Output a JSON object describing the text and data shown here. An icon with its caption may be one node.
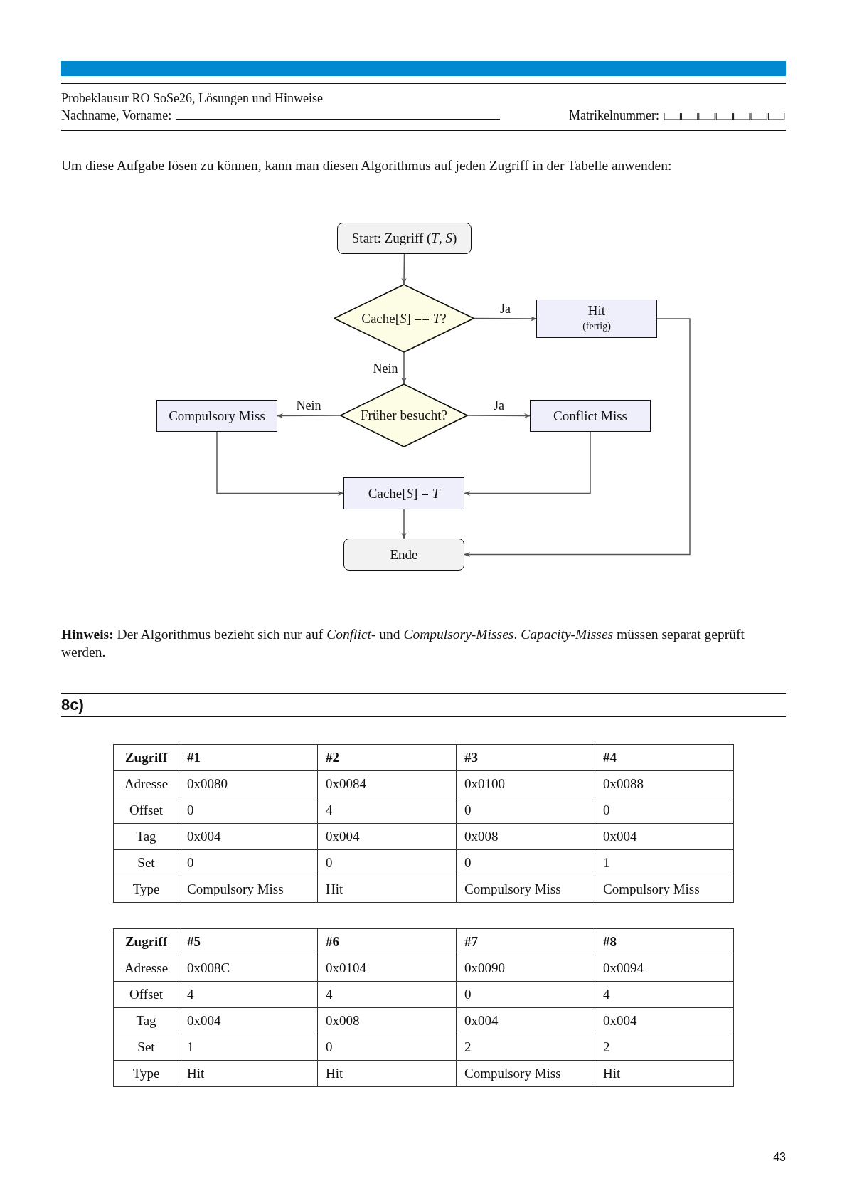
{
  "diagram": {
    "nodes": [
      {
        "text": [
          "Start: Zugriff (*T*, *S*)"
        ]
      },
      {
        "text": [
          "Cache[*S*] == *T*?"
        ]
      },
      {
        "text": [
          "Hit",
          "(fertig)"
        ]
      },
      {
        "text": [
          "Früher besucht?"
        ]
      },
      {
        "text": [
          "Compulsory Miss"
        ]
      },
      {
        "text": [
          "Conflict Miss"
        ]
      },
      {
        "text": [
          "Cache[*S*] = *T*"
        ]
      },
      {
        "text": [
          "Ende"
        ]
      }
    ],
    "edges": [
      {
        "from": 0,
        "to": 1,
        "arrow": "to"
      },
      {
        "from": 1,
        "to": 2,
        "arrow": "to",
        "label": "Ja"
      },
      {
        "from": 1,
        "to": 3,
        "arrow": "to",
        "label": "Nein"
      },
      {
        "from": 3,
        "to": 4,
        "arrow": "to",
        "label": "Nein"
      },
      {
        "from": 3,
        "to": 5,
        "arrow": "to",
        "label": "Ja"
      },
      {
        "from": 4,
        "to": 6,
        "arrow": "to"
      },
      {
        "from": 5,
        "to": 6,
        "arrow": "to"
      },
      {
        "from": 6,
        "to": 7,
        "arrow": "to"
      },
      {
        "from": 2,
        "to": 7,
        "arrow": "to"
      }
    ],
    "labels": [
      "Probeklausur RO SoSe26, Lösungen und Hinweise",
      "Nachname, Vorname:",
      "Matrikelnummer:",
      "Um diese Aufgabe lösen zu können, kann man diesen Algorithmus auf jeden Zugriff in der Tabelle anwenden:",
      "**Hinweis:** Der Algorithmus bezieht sich nur auf *Conflict*- und *Compulsory-Misses*. *Capacity-Misses* müssen separat geprüft werden.",
      "8c)",
      "Zugriff",
      "#1",
      "#2",
      "#3",
      "#4",
      "Adresse",
      "0x0080",
      "0x0084",
      "0x0100",
      "0x0088",
      "Offset",
      "0",
      "4",
      "0",
      "0",
      "Tag",
      "0x004",
      "0x004",
      "0x008",
      "0x004",
      "Set",
      "0",
      "0",
      "0",
      "1",
      "Type",
      "Compulsory Miss",
      "Hit",
      "Compulsory Miss",
      "Compulsory Miss",
      "Zugriff",
      "#5",
      "#6",
      "#7",
      "#8",
      "Adresse",
      "0x008C",
      "0x0104",
      "0x0090",
      "0x0094",
      "Offset",
      "4",
      "4",
      "0",
      "4",
      "Tag",
      "0x004",
      "0x008",
      "0x004",
      "0x004",
      "Set",
      "1",
      "0",
      "2",
      "2",
      "Type",
      "Hit",
      "Hit",
      "Compulsory Miss",
      "Hit",
      "43"
    ]
  }
}
